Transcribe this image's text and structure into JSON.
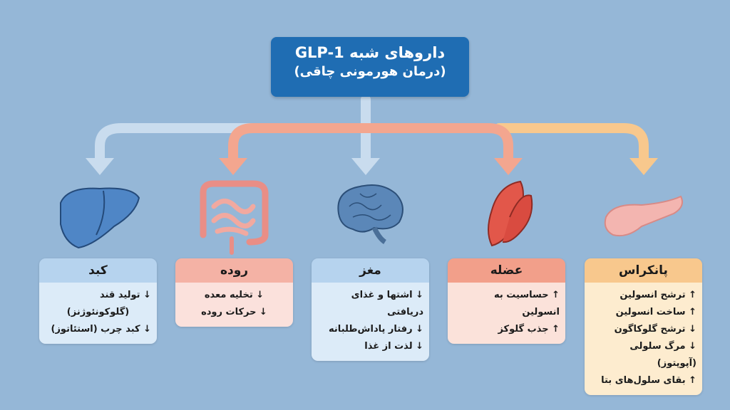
{
  "title": {
    "line1": "داروهای شبه GLP-1",
    "line2": "(درمان هورمونی چاقی)"
  },
  "colors": {
    "background": "#95b7d7",
    "title_box": "#1f6db3",
    "arrow_blue": "#c9dcee",
    "arrow_salmon": "#f3a68f",
    "arrow_peach": "#f8c88d"
  },
  "organs": [
    {
      "name": "کبد",
      "icon": "liver-icon",
      "items": [
        "↓ تولید قند",
        "(گلوکونئوژنز)",
        "↓ کبد چرب (استئاتوز)"
      ]
    },
    {
      "name": "روده",
      "icon": "intestine-icon",
      "items": [
        "↓ تخلیه معده",
        "↓ حرکات روده"
      ]
    },
    {
      "name": "مغز",
      "icon": "brain-icon",
      "items": [
        "↓ اشتها و غذای دریافتی",
        "↓ رفتار پاداش‌طلبانه",
        "↓ لذت از غذا"
      ]
    },
    {
      "name": "عضله",
      "icon": "muscle-icon",
      "items": [
        "↑ حساسیت به انسولین",
        "↑ جذب گلوکز"
      ]
    },
    {
      "name": "پانکراس",
      "icon": "pancreas-icon",
      "items": [
        "↑ ترشح انسولین",
        "↑ ساخت انسولین",
        "↓ ترشح گلوکاگون",
        "↓ مرگ سلولی (آپوپتوز)",
        "↑ بقای سلول‌های بتا"
      ]
    }
  ]
}
